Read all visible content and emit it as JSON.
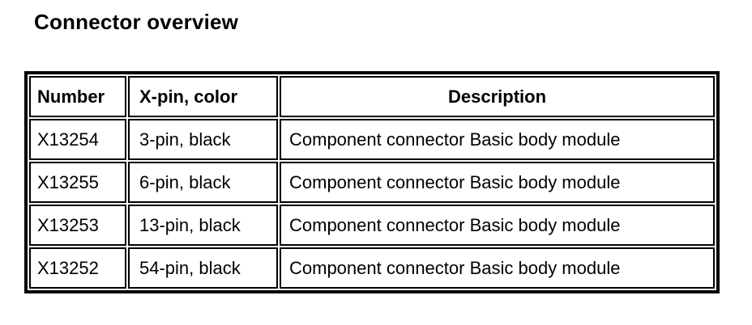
{
  "page": {
    "title": "Connector overview"
  },
  "colors": {
    "text": "#000000",
    "background": "#ffffff",
    "border": "#000000"
  },
  "table": {
    "columns": [
      {
        "label": "Number",
        "align": "left"
      },
      {
        "label": "X-pin, color",
        "align": "left"
      },
      {
        "label": "Description",
        "align": "center"
      }
    ],
    "rows": [
      {
        "number": "X13254",
        "pin_color": "3-pin, black",
        "description": "Component connector Basic body module"
      },
      {
        "number": "X13255",
        "pin_color": "6-pin, black",
        "description": "Component connector Basic body module"
      },
      {
        "number": "X13253",
        "pin_color": "13-pin, black",
        "description": "Component connector Basic body module"
      },
      {
        "number": "X13252",
        "pin_color": "54-pin, black",
        "description": "Component connector Basic body module"
      }
    ]
  }
}
